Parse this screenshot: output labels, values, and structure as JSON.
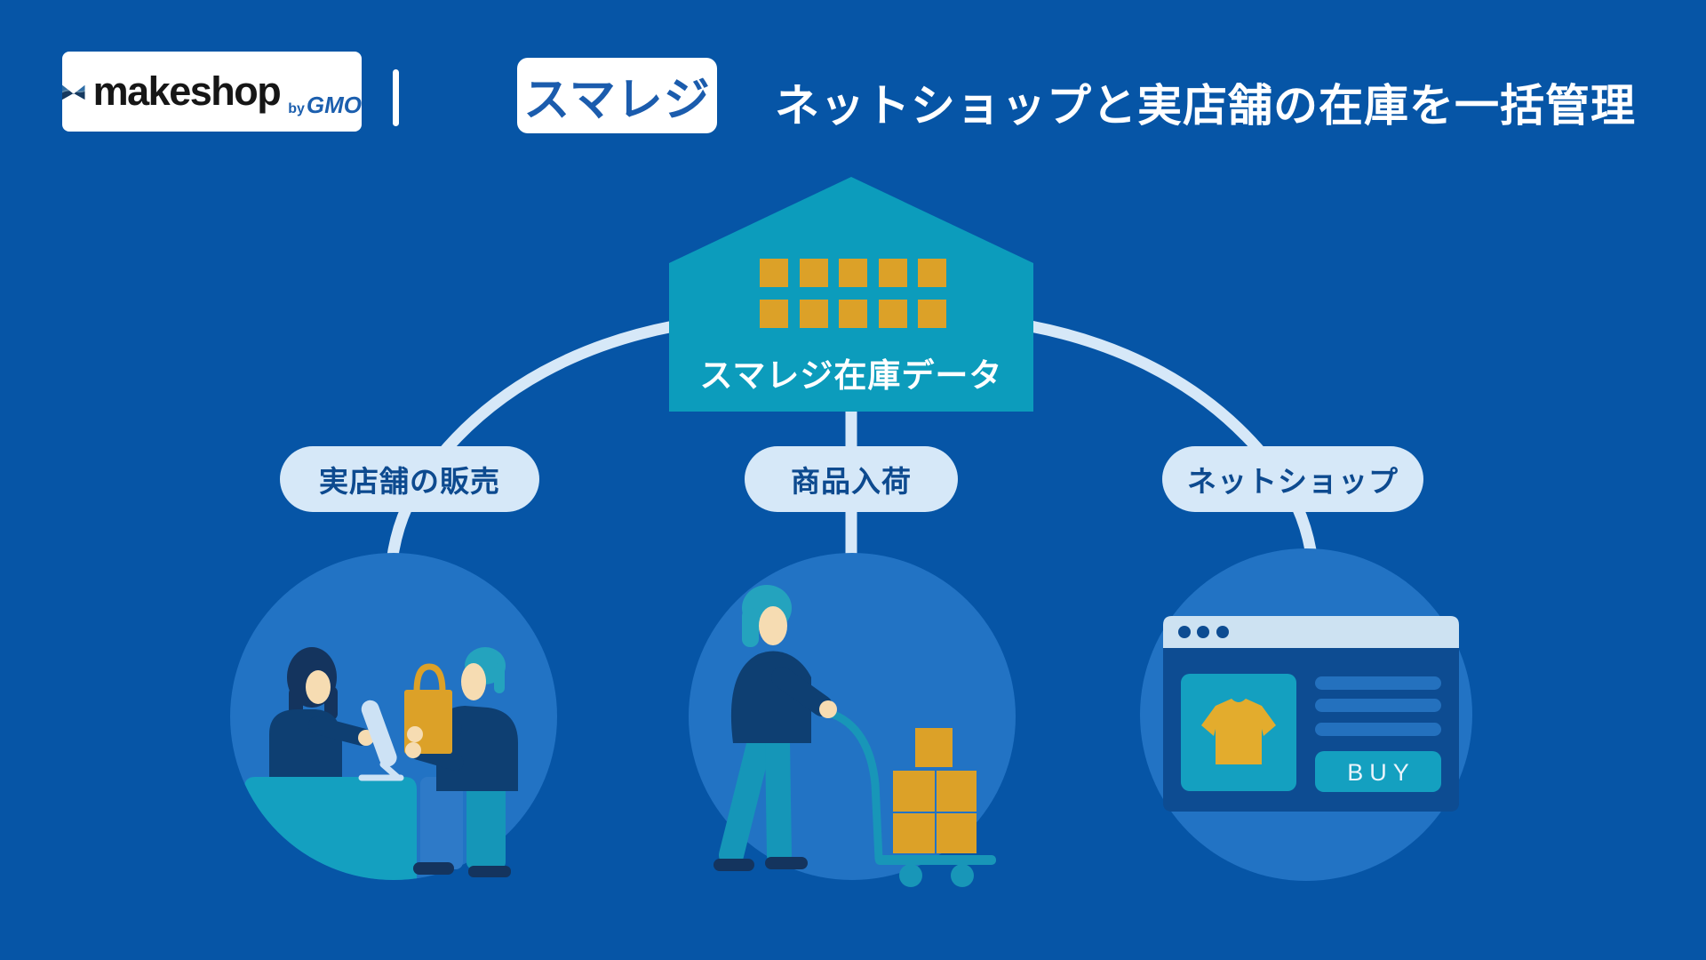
{
  "header": {
    "makeshop": {
      "wordmark": "makeshop",
      "by_label": "by",
      "company": "GMO"
    },
    "separator": "|",
    "smaregi_wordmark": "スマレジ",
    "title": "ネットショップと実店舗の在庫を一括管理"
  },
  "diagram": {
    "hub_label": "スマレジ在庫データ",
    "branches": [
      {
        "label": "実店舗の販売",
        "scene": "in-store-checkout"
      },
      {
        "label": "商品入荷",
        "scene": "goods-receiving-cart"
      },
      {
        "label": "ネットショップ",
        "scene": "online-shop-browser",
        "buy_button_label": "BUY"
      }
    ]
  },
  "icons": {
    "makeshop_m": "M-butterfly mark",
    "hub": "warehouse-house with windows",
    "scene_left": "cashier and customer with shopping bag at counter",
    "scene_mid": "worker pushing hand-truck with boxes",
    "scene_right": "browser window with t-shirt product and BUY button"
  },
  "colors": {
    "background": "#0655A6",
    "circle_blue": "#2273C4",
    "house_teal": "#0C9CBC",
    "teal": "#14A0C0",
    "deep_teal": "#1596B8",
    "orange": "#DCA128",
    "light_blue": "#D6E8F8",
    "pill_text_navy": "#0D4A8F",
    "browser_navy": "#0D4C92",
    "bar_blue": "#2471BE",
    "smaregi_blue": "#1B5CAD",
    "skin": "#F6DCB2",
    "clothes_navy": "#0E3F72",
    "hair_dark": "#14345E",
    "hair_teal": "#24A3BE",
    "pants_blue": "#2E7AC8",
    "white": "#FFFFFF"
  }
}
